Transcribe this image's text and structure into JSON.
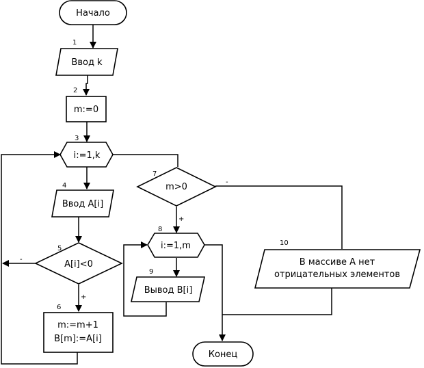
{
  "nodes": {
    "start": {
      "text": "Начало"
    },
    "input_k": {
      "num": "1",
      "text": "Ввод k"
    },
    "init_m": {
      "num": "2",
      "text": "m:=0"
    },
    "loop_i": {
      "num": "3",
      "text": "i:=1,k"
    },
    "input_ai": {
      "num": "4",
      "text": "Ввод A[i]"
    },
    "cond_ai": {
      "num": "5",
      "text": "A[i]<0"
    },
    "assign": {
      "num": "6",
      "line1": "m:=m+1",
      "line2": "B[m]:=A[i]"
    },
    "cond_m": {
      "num": "7",
      "text": "m>0"
    },
    "loop_out": {
      "num": "8",
      "text": "i:=1,m"
    },
    "output_bi": {
      "num": "9",
      "text": "Вывод B[i]"
    },
    "message": {
      "num": "10",
      "line1": "В массиве А нет",
      "line2": "отрицательных элементов"
    },
    "end": {
      "text": "Конец"
    }
  },
  "branch_labels": {
    "cond_ai_no": "-",
    "cond_ai_yes": "+",
    "cond_m_no": "-",
    "cond_m_yes": "+"
  }
}
